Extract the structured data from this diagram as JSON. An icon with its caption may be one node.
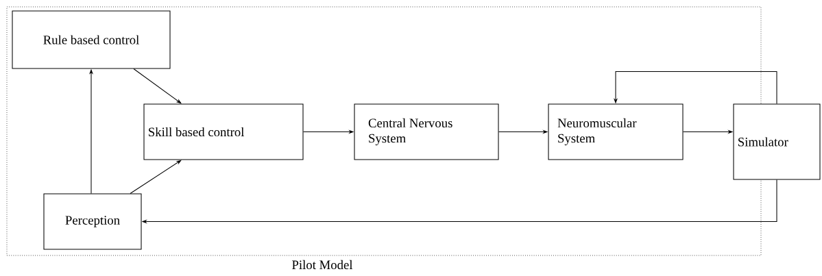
{
  "diagram": {
    "nodes": [
      {
        "text": [
          "Pilot Model"
        ]
      },
      {
        "text": [
          "Rule based control"
        ],
        "in": 0
      },
      {
        "text": [
          "Skill based control"
        ],
        "in": 0
      },
      {
        "text": [
          "Central Nervous System"
        ],
        "in": 0
      },
      {
        "text": [
          "Neuromuscular System"
        ],
        "in": 0
      },
      {
        "text": [
          "Simulator"
        ]
      },
      {
        "text": [
          "Perception"
        ],
        "in": 0
      }
    ],
    "edges": [
      {
        "from": 6,
        "to": 1,
        "arrow": "to"
      },
      {
        "from": 1,
        "to": 2,
        "arrow": "to"
      },
      {
        "from": 6,
        "to": 2,
        "arrow": "to"
      },
      {
        "from": 2,
        "to": 3,
        "arrow": "to"
      },
      {
        "from": 3,
        "to": 4,
        "arrow": "to"
      },
      {
        "from": 4,
        "to": 5,
        "arrow": "to"
      },
      {
        "from": 5,
        "to": 4,
        "arrow": "to"
      },
      {
        "from": 5,
        "to": 6,
        "arrow": "to"
      }
    ]
  }
}
